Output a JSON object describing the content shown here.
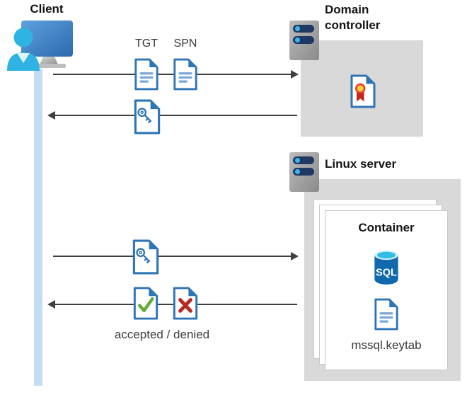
{
  "nodes": {
    "client": {
      "label": "Client"
    },
    "domain_controller": {
      "label": "Domain controller"
    },
    "linux_server": {
      "label": "Linux server"
    },
    "container": {
      "label": "Container"
    }
  },
  "flow_client_dc": {
    "request_doc_labels": {
      "tgt": "TGT",
      "spn": "SPN"
    }
  },
  "flow_client_sql": {
    "result_label": "accepted / denied"
  },
  "container_items": {
    "sql_label": "SQL",
    "keytab_label": "mssql.keytab"
  },
  "colors": {
    "node_box_gray": "#d9d9d9",
    "document_blue": "#2e75b6",
    "document_line_blue": "#7aa8da",
    "client_lifeline_blue": "#c5dcf6",
    "arrow_gray": "#3f3f3f",
    "accepted_green": "#62ac38",
    "denied_red": "#b52a21",
    "sql_body_blue": "#1168ad",
    "sql_top_cyan": "#2fbde6",
    "server_bar_navy": "#1f3864",
    "server_led_blue": "#3fb3e8",
    "certificate_red": "#e8392b",
    "certificate_gold": "#ffd23a",
    "client_person_cyan": "#2fb3e3",
    "monitor_blue": "#3d7fc4"
  }
}
